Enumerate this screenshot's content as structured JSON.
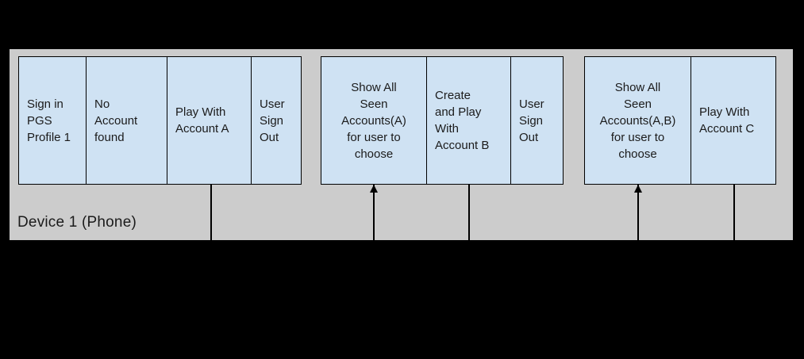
{
  "canvas": {
    "background": "#000000"
  },
  "lane": {
    "label": "Device 1 (Phone)",
    "fill": "#cccccc",
    "text_color": "#1b1b1b"
  },
  "style": {
    "box_fill": "#cfe2f3",
    "box_border": "#000000",
    "connector_color": "#000000"
  },
  "groups": [
    {
      "boxes": [
        {
          "label": "Sign in\nPGS\nProfile 1",
          "align": "left"
        },
        {
          "label": "No\nAccount\nfound",
          "align": "left"
        },
        {
          "label": "Play With\nAccount A",
          "align": "left"
        },
        {
          "label": "User\nSign\nOut",
          "align": "left"
        }
      ]
    },
    {
      "boxes": [
        {
          "label": "Show All\nSeen\nAccounts(A)\nfor user to\nchoose",
          "align": "center"
        },
        {
          "label": "Create\nand Play\nWith\nAccount B",
          "align": "left"
        },
        {
          "label": "User\nSign\nOut",
          "align": "left"
        }
      ]
    },
    {
      "boxes": [
        {
          "label": "Show All\nSeen\nAccounts(A,B)\nfor user to\nchoose",
          "align": "center"
        },
        {
          "label": "Play With\nAccount C",
          "align": "left"
        }
      ]
    }
  ],
  "connectors": [
    {
      "below": "Play With Account A",
      "arrow": "none"
    },
    {
      "below": "Show All Seen Accounts(A) for user to choose",
      "arrow": "up"
    },
    {
      "below": "Create and Play With Account B",
      "arrow": "none"
    },
    {
      "below": "Show All Seen Accounts(A,B) for user to choose",
      "arrow": "up"
    },
    {
      "below": "Play With Account C",
      "arrow": "none"
    }
  ]
}
